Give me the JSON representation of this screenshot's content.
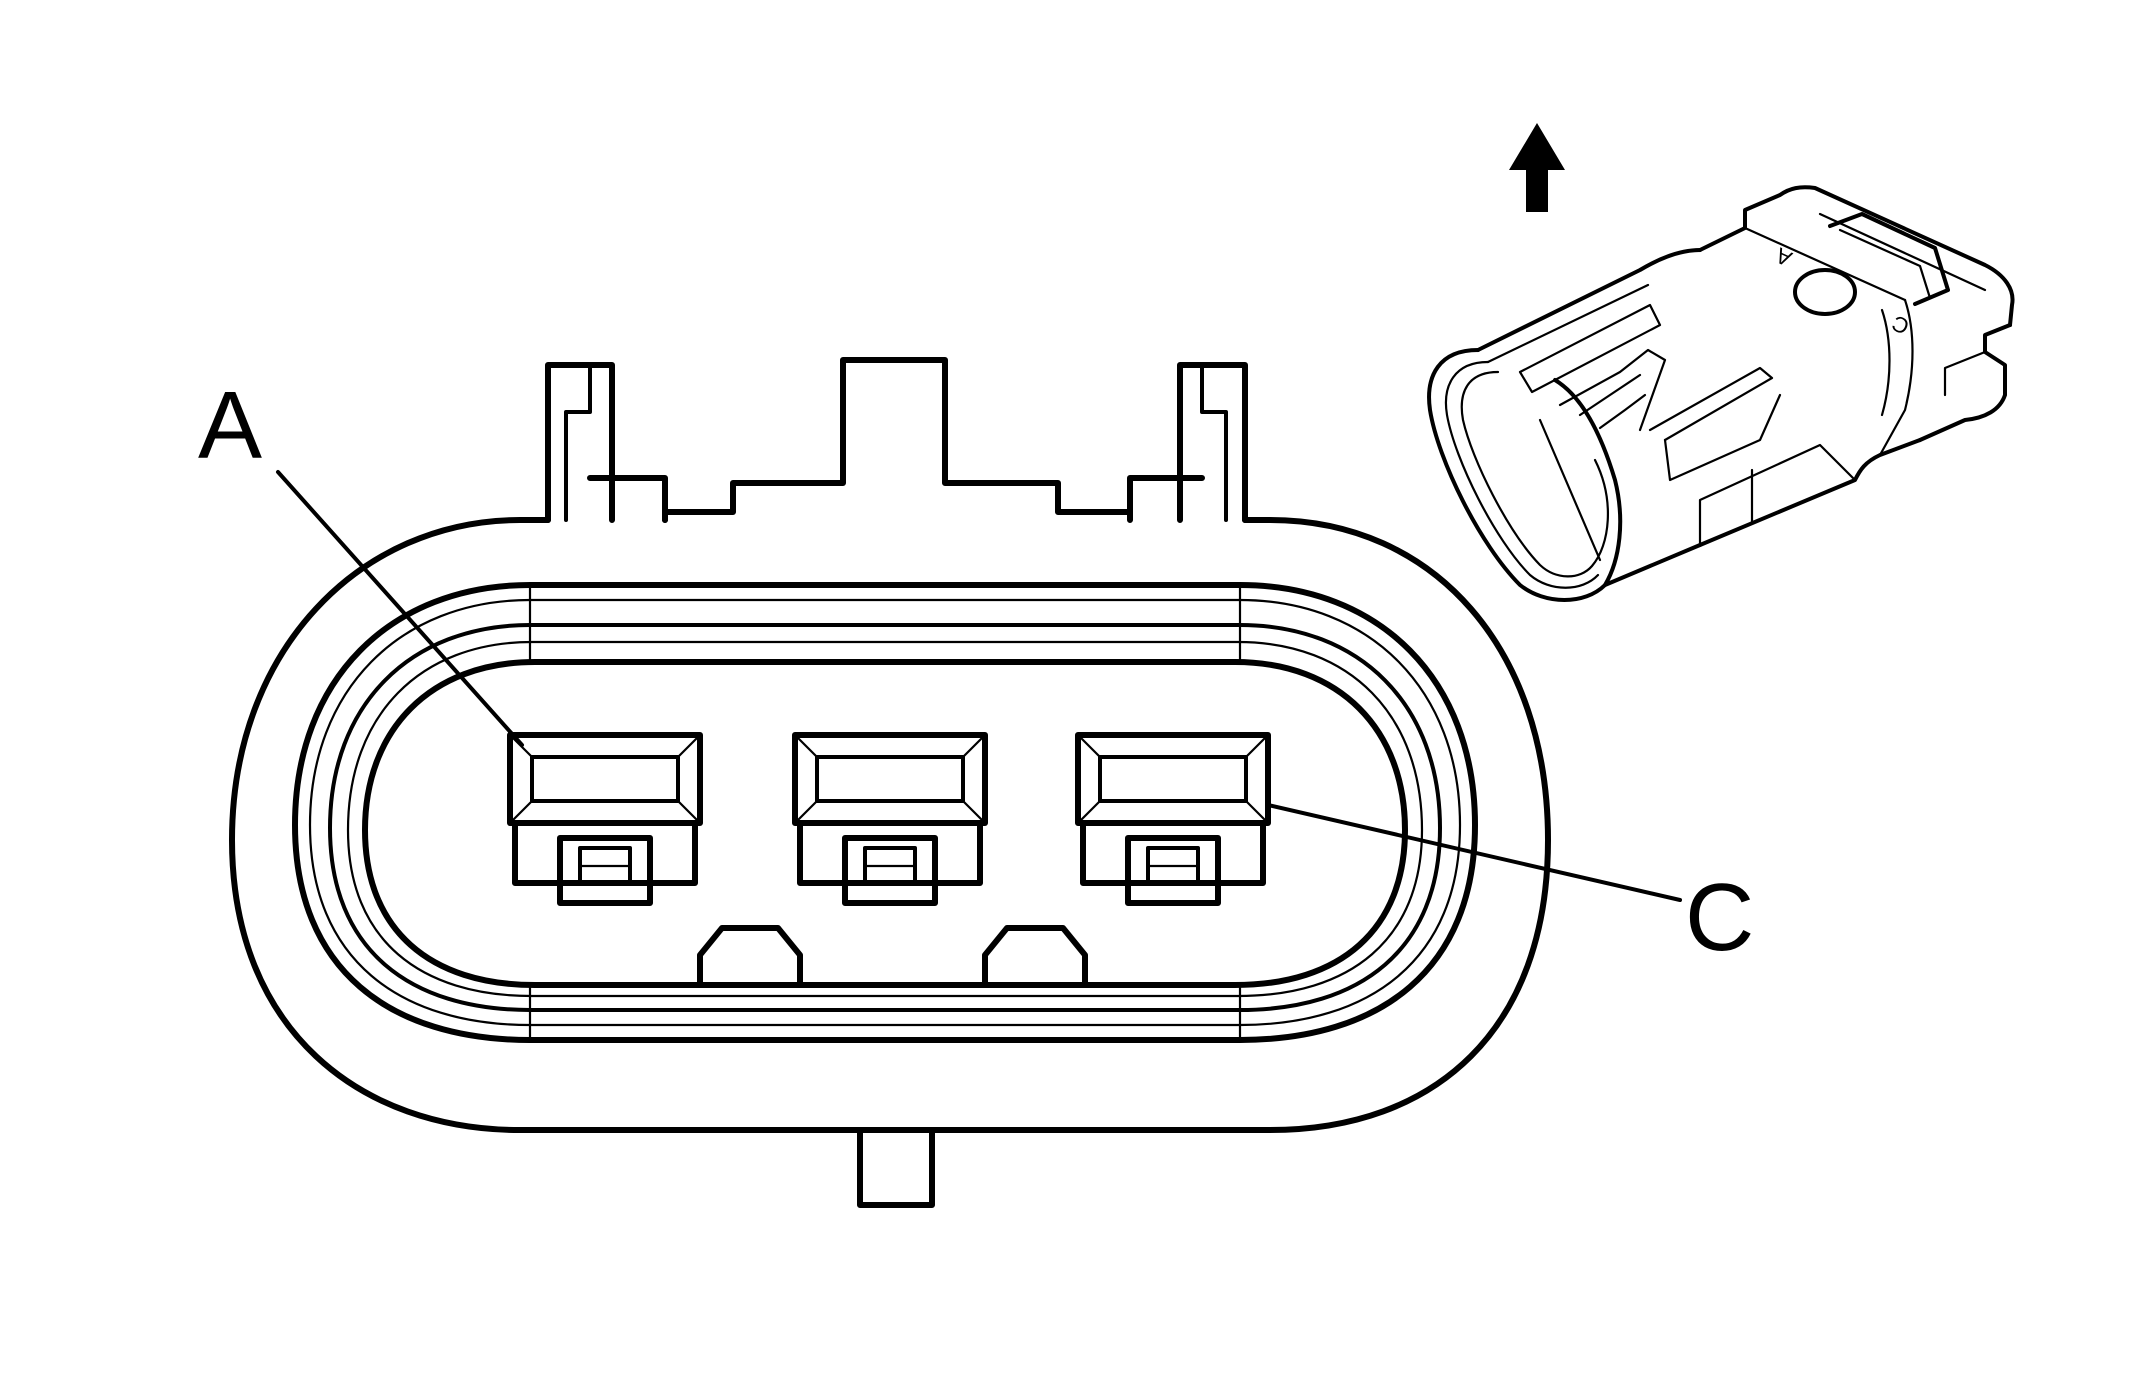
{
  "diagram": {
    "callouts": {
      "terminal_a": "A",
      "terminal_c": "C"
    },
    "inset": {
      "mark_a": "A",
      "mark_c": "C"
    },
    "colors": {
      "line": "#000000",
      "background": "#ffffff"
    },
    "icons": [
      "up-arrow-icon"
    ]
  }
}
